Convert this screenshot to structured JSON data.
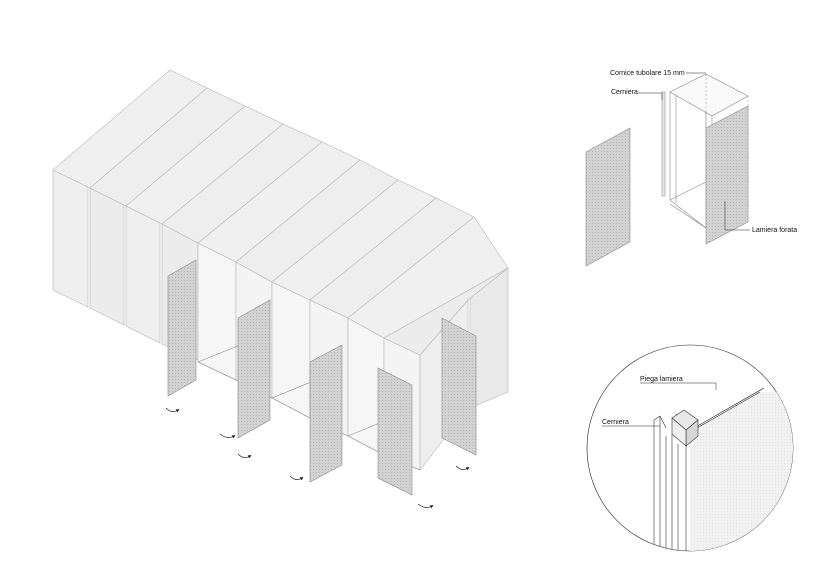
{
  "annotations": {
    "frame": "Cornice tubolare 15 mm",
    "hinge_top": "Cerniera",
    "sheet": "Lamiera forata",
    "fold": "Piega lamiera",
    "hinge_detail": "Cerniera"
  },
  "colors": {
    "panel_light": "#f1f1f1",
    "panel_mid": "#e8e8e8",
    "panel_dark": "#d4d4d4",
    "edge": "#b8b8b8",
    "ink": "#222222"
  }
}
